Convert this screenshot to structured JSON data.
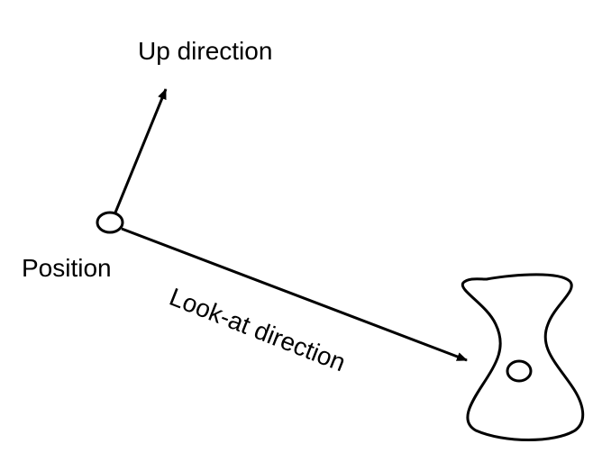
{
  "labels": {
    "up": "Up direction",
    "position": "Position",
    "lookat": "Look-at direction"
  },
  "colors": {
    "stroke": "#000000",
    "background": "#ffffff"
  }
}
